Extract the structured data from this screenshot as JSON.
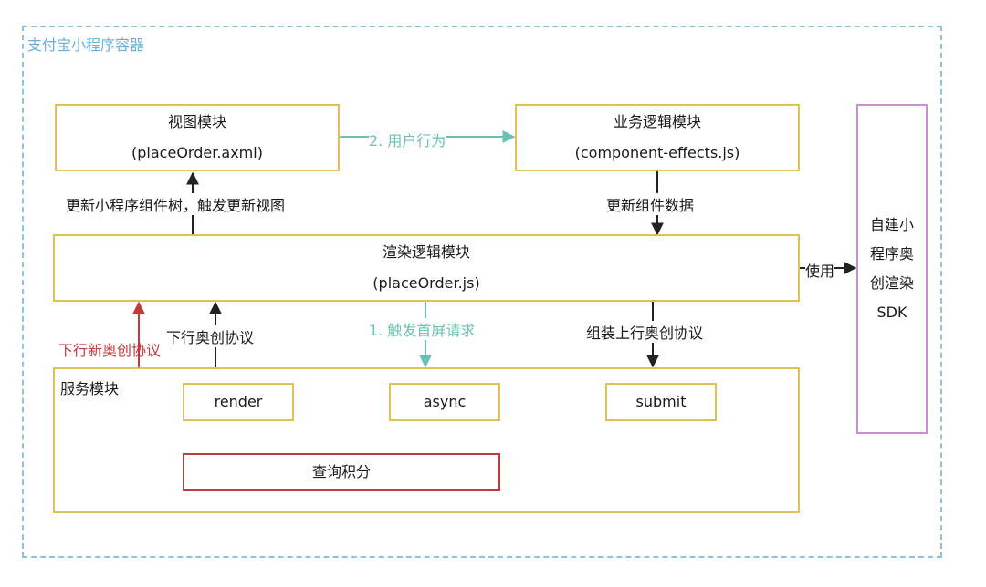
{
  "container": {
    "title": "支付宝小程序容器"
  },
  "view_module": {
    "name": "视图模块",
    "file": "(placeOrder.axml)"
  },
  "business_module": {
    "name": "业务逻辑模块",
    "file": "(component-effects.js)"
  },
  "render_module": {
    "name": "渲染逻辑模块",
    "file": "(placeOrder.js)"
  },
  "service_module": {
    "name": "服务模块",
    "render": "render",
    "async": "async",
    "submit": "submit",
    "query": "查询积分"
  },
  "sdk": {
    "lines": [
      "自建小",
      "程序奥",
      "创渲染",
      "SDK"
    ]
  },
  "edges": {
    "user_action": "2. 用户行为",
    "update_view": "更新小程序组件树，触发更新视图",
    "update_data": "更新组件数据",
    "use": "使用",
    "downstream": "下行奥创协议",
    "first_screen": "1. 触发首屏请求",
    "upstream": "组装上行奥创协议",
    "new_downstream": "下行新奥创协议"
  },
  "colors": {
    "yellow": "#e0c158",
    "teal": "#6cc0b3",
    "red": "#c23a3a",
    "purple": "#c98fd6",
    "blue_dashed": "#8cc4e0"
  }
}
